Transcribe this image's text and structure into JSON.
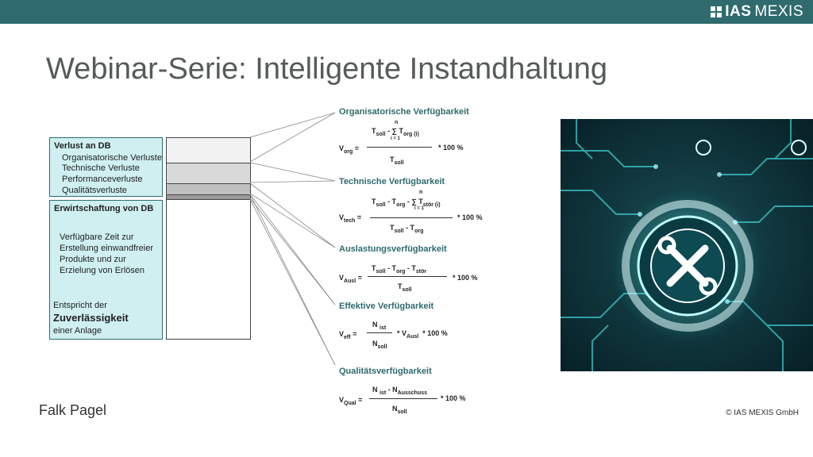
{
  "brand": {
    "strong": "IAS",
    "light": "MEXIS"
  },
  "title": "Webinar-Serie: Intelligente Instandhaltung",
  "left_box": {
    "heading": "Verlust an DB",
    "items": [
      "Organisatorische Verluste",
      "Technische Verluste",
      "Performanceverluste",
      "Qualitätsverluste"
    ]
  },
  "lower_box": {
    "heading": "Erwirtschaftung von DB",
    "lines": [
      "Verfügbare Zeit zur",
      "Erstellung einwandfreier",
      "Produkte und zur",
      "Erzielung von Erlösen"
    ],
    "p2_line1": "Entspricht der",
    "p2_bold": "Zuverlässigkeit",
    "p2_line3": "einer Anlage"
  },
  "sections": [
    {
      "title": "Organisatorische Verfügbarkeit"
    },
    {
      "title": "Technische Verfügbarkeit"
    },
    {
      "title": "Auslastungsverfügbarkeit"
    },
    {
      "title": "Effektive Verfügbarkeit"
    },
    {
      "title": "Qualitätsverfügbarkeit"
    }
  ],
  "formula_text": {
    "times100": "* 100 %",
    "sum_top": "n",
    "sum_bottom": "i = 1",
    "times_vausl": "* VAusl"
  },
  "presenter": "Falk Pagel",
  "copyright": "© IAS MEXIS GmbH"
}
